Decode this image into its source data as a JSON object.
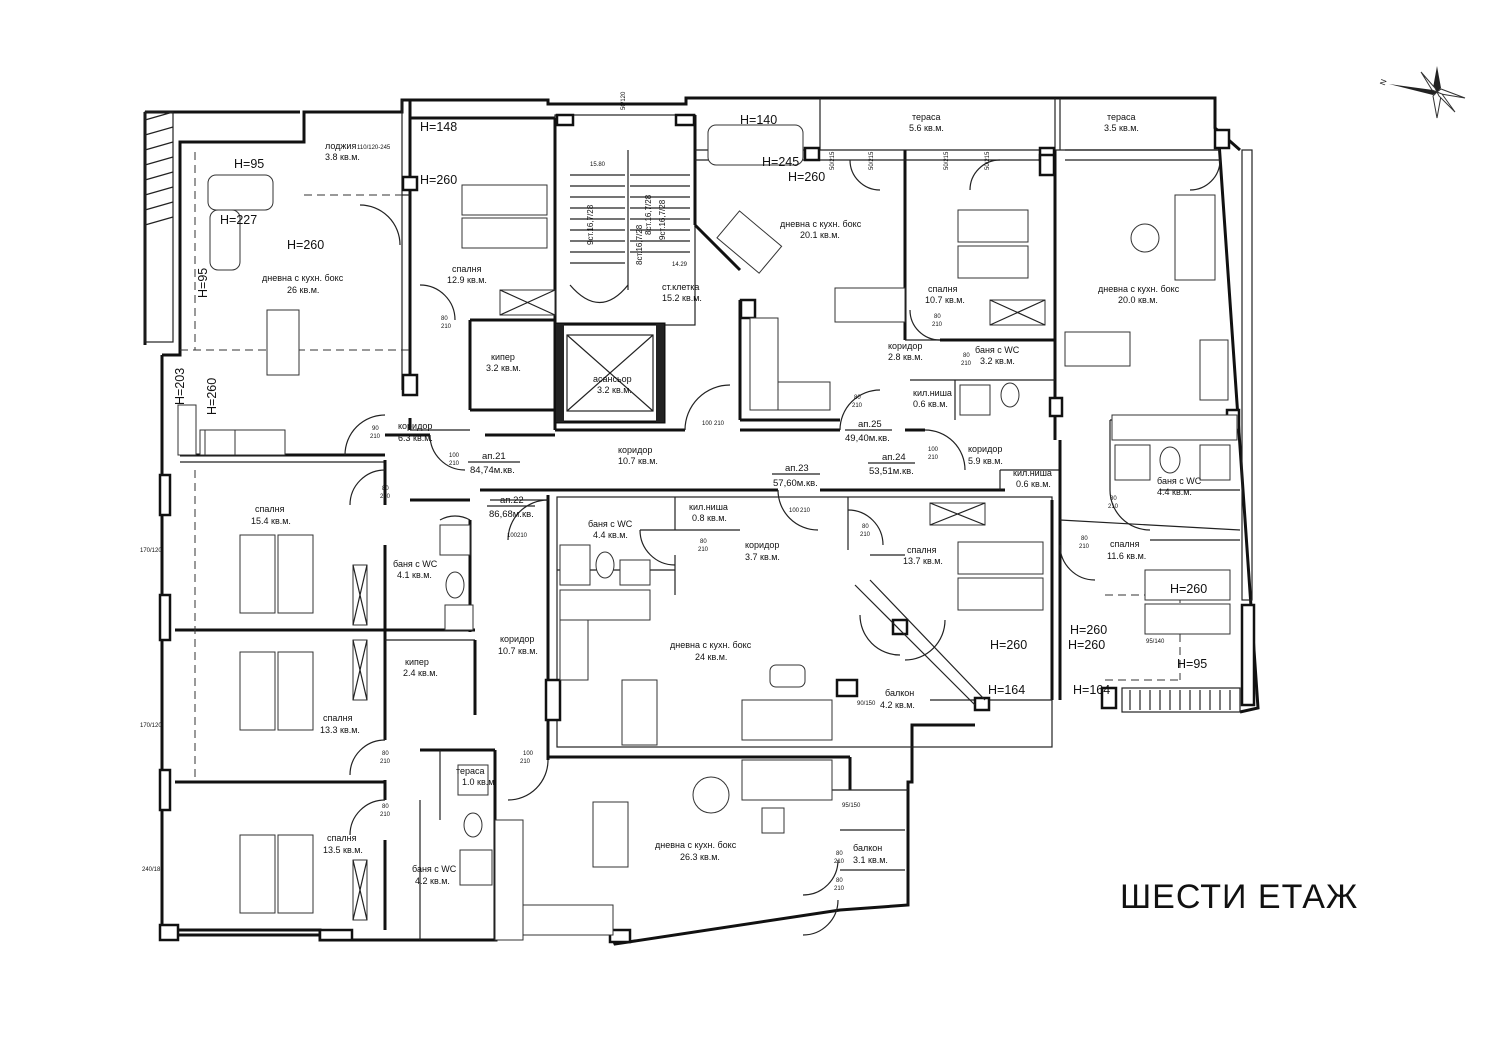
{
  "title": "ШЕСТИ  ЕТАЖ",
  "compass_label": "N",
  "rooms": [
    {
      "name": "лоджия",
      "area": "3.8 кв.м."
    },
    {
      "name": "дневна с кухн. бокс",
      "area": "26 кв.м."
    },
    {
      "name": "спалня",
      "area": "12.9 кв.м."
    },
    {
      "name": "кипер",
      "area": "3.2 кв.м."
    },
    {
      "name": "ст.клетка",
      "area": "15.2 кв.м."
    },
    {
      "name": "асансьор",
      "area": "3.2 кв.м."
    },
    {
      "name": "дневна с кухн. бокс",
      "area": "20.1 кв.м."
    },
    {
      "name": "тераса",
      "area": "5.6 кв.м."
    },
    {
      "name": "тераса",
      "area": "3.5 кв.м."
    },
    {
      "name": "спалня",
      "area": "10.7 кв.м."
    },
    {
      "name": "коридор",
      "area": "2.8 кв.м."
    },
    {
      "name": "баня с WC",
      "area": "3.2 кв.м."
    },
    {
      "name": "кил.ниша",
      "area": "0.6 кв.м."
    },
    {
      "name": "дневна с кухн. бокс",
      "area": "20.0 кв.м."
    },
    {
      "name": "коридор",
      "area": "6.3 кв.м."
    },
    {
      "name": "коридор",
      "area": "10.7 кв.м."
    },
    {
      "name": "коридор",
      "area": "5.9 кв.м."
    },
    {
      "name": "кил.ниша",
      "area": "0.6 кв.м."
    },
    {
      "name": "спалня",
      "area": "15.4 кв.м."
    },
    {
      "name": "баня с WC",
      "area": "4.1 кв.м."
    },
    {
      "name": "баня с WC",
      "area": "4.4 кв.м."
    },
    {
      "name": "кил.ниша",
      "area": "0.8 кв.м."
    },
    {
      "name": "коридор",
      "area": "3.7 кв.м."
    },
    {
      "name": "спалня",
      "area": "13.7 кв.м."
    },
    {
      "name": "баня с WC",
      "area": "4.4 кв.м."
    },
    {
      "name": "спалня",
      "area": "11.6 кв.м."
    },
    {
      "name": "коридор",
      "area": "10.7 кв.м."
    },
    {
      "name": "дневна с кухн. бокс",
      "area": "24 кв.м."
    },
    {
      "name": "кипер",
      "area": "2.4 кв.м."
    },
    {
      "name": "спалня",
      "area": "13.3 кв.м."
    },
    {
      "name": "балкон",
      "area": "4.2 кв.м."
    },
    {
      "name": "спалня",
      "area": "13.5 кв.м."
    },
    {
      "name": "дневна с кухн. бокс",
      "area": "26.3 кв.м."
    },
    {
      "name": "балкон",
      "area": "3.1 кв.м."
    },
    {
      "name": "баня с WC",
      "area": "4.2 кв.м."
    },
    {
      "name": "тераса",
      "area": "1.0 кв.м."
    }
  ],
  "apartments": [
    {
      "name": "ап.21",
      "area": "84,74м.кв."
    },
    {
      "name": "ап.22",
      "area": "86,68м.кв."
    },
    {
      "name": "ап.23",
      "area": "57,60м.кв."
    },
    {
      "name": "ап.24",
      "area": "53,51м.кв."
    },
    {
      "name": "ап.25",
      "area": "49,40м.кв."
    }
  ],
  "height_marks": [
    "H=148",
    "H=95",
    "H=260",
    "H=227",
    "H=260",
    "H=95",
    "H=203",
    "H=260",
    "H=140",
    "H=245",
    "H=260",
    "H=260",
    "H=260",
    "H=164",
    "H=260",
    "H=164",
    "H=95",
    "H=260"
  ],
  "door_dims": [
    {
      "top": "90",
      "bottom": "210"
    },
    {
      "top": "80",
      "bottom": "210"
    },
    {
      "top": "100",
      "bottom": "210"
    },
    {
      "top": "80",
      "bottom": "210"
    },
    {
      "top": "100",
      "bottom": "210"
    },
    {
      "top": "100",
      "bottom": "210"
    },
    {
      "top": "80",
      "bottom": "210"
    },
    {
      "top": "100",
      "bottom": "210"
    },
    {
      "top": "100",
      "bottom": "210"
    },
    {
      "top": "80",
      "bottom": "210"
    },
    {
      "top": "80",
      "bottom": "210"
    },
    {
      "top": "80",
      "bottom": "210"
    },
    {
      "top": "80",
      "bottom": "210"
    },
    {
      "top": "80",
      "bottom": "210"
    },
    {
      "top": "80",
      "bottom": "210"
    },
    {
      "top": "80",
      "bottom": "210"
    },
    {
      "top": "100",
      "bottom": "210"
    },
    {
      "top": "80",
      "bottom": "210"
    },
    {
      "top": "80",
      "bottom": "210"
    },
    {
      "top": "80",
      "bottom": "210"
    }
  ],
  "window_dims": [
    "110/120-245",
    "170/120",
    "170/120",
    "240/185",
    "90/150",
    "95/150",
    "50/120",
    "50/215",
    "50/215",
    "50/215",
    "50/215",
    "95/140"
  ],
  "stairs": [
    {
      "label": "9ст.16,7/28"
    },
    {
      "label": "8ст.16,7/28"
    },
    {
      "label": "8ст.16,7/28"
    },
    {
      "label": "9ст.16,7/28"
    }
  ],
  "levels": [
    "15.80",
    "14.29"
  ]
}
